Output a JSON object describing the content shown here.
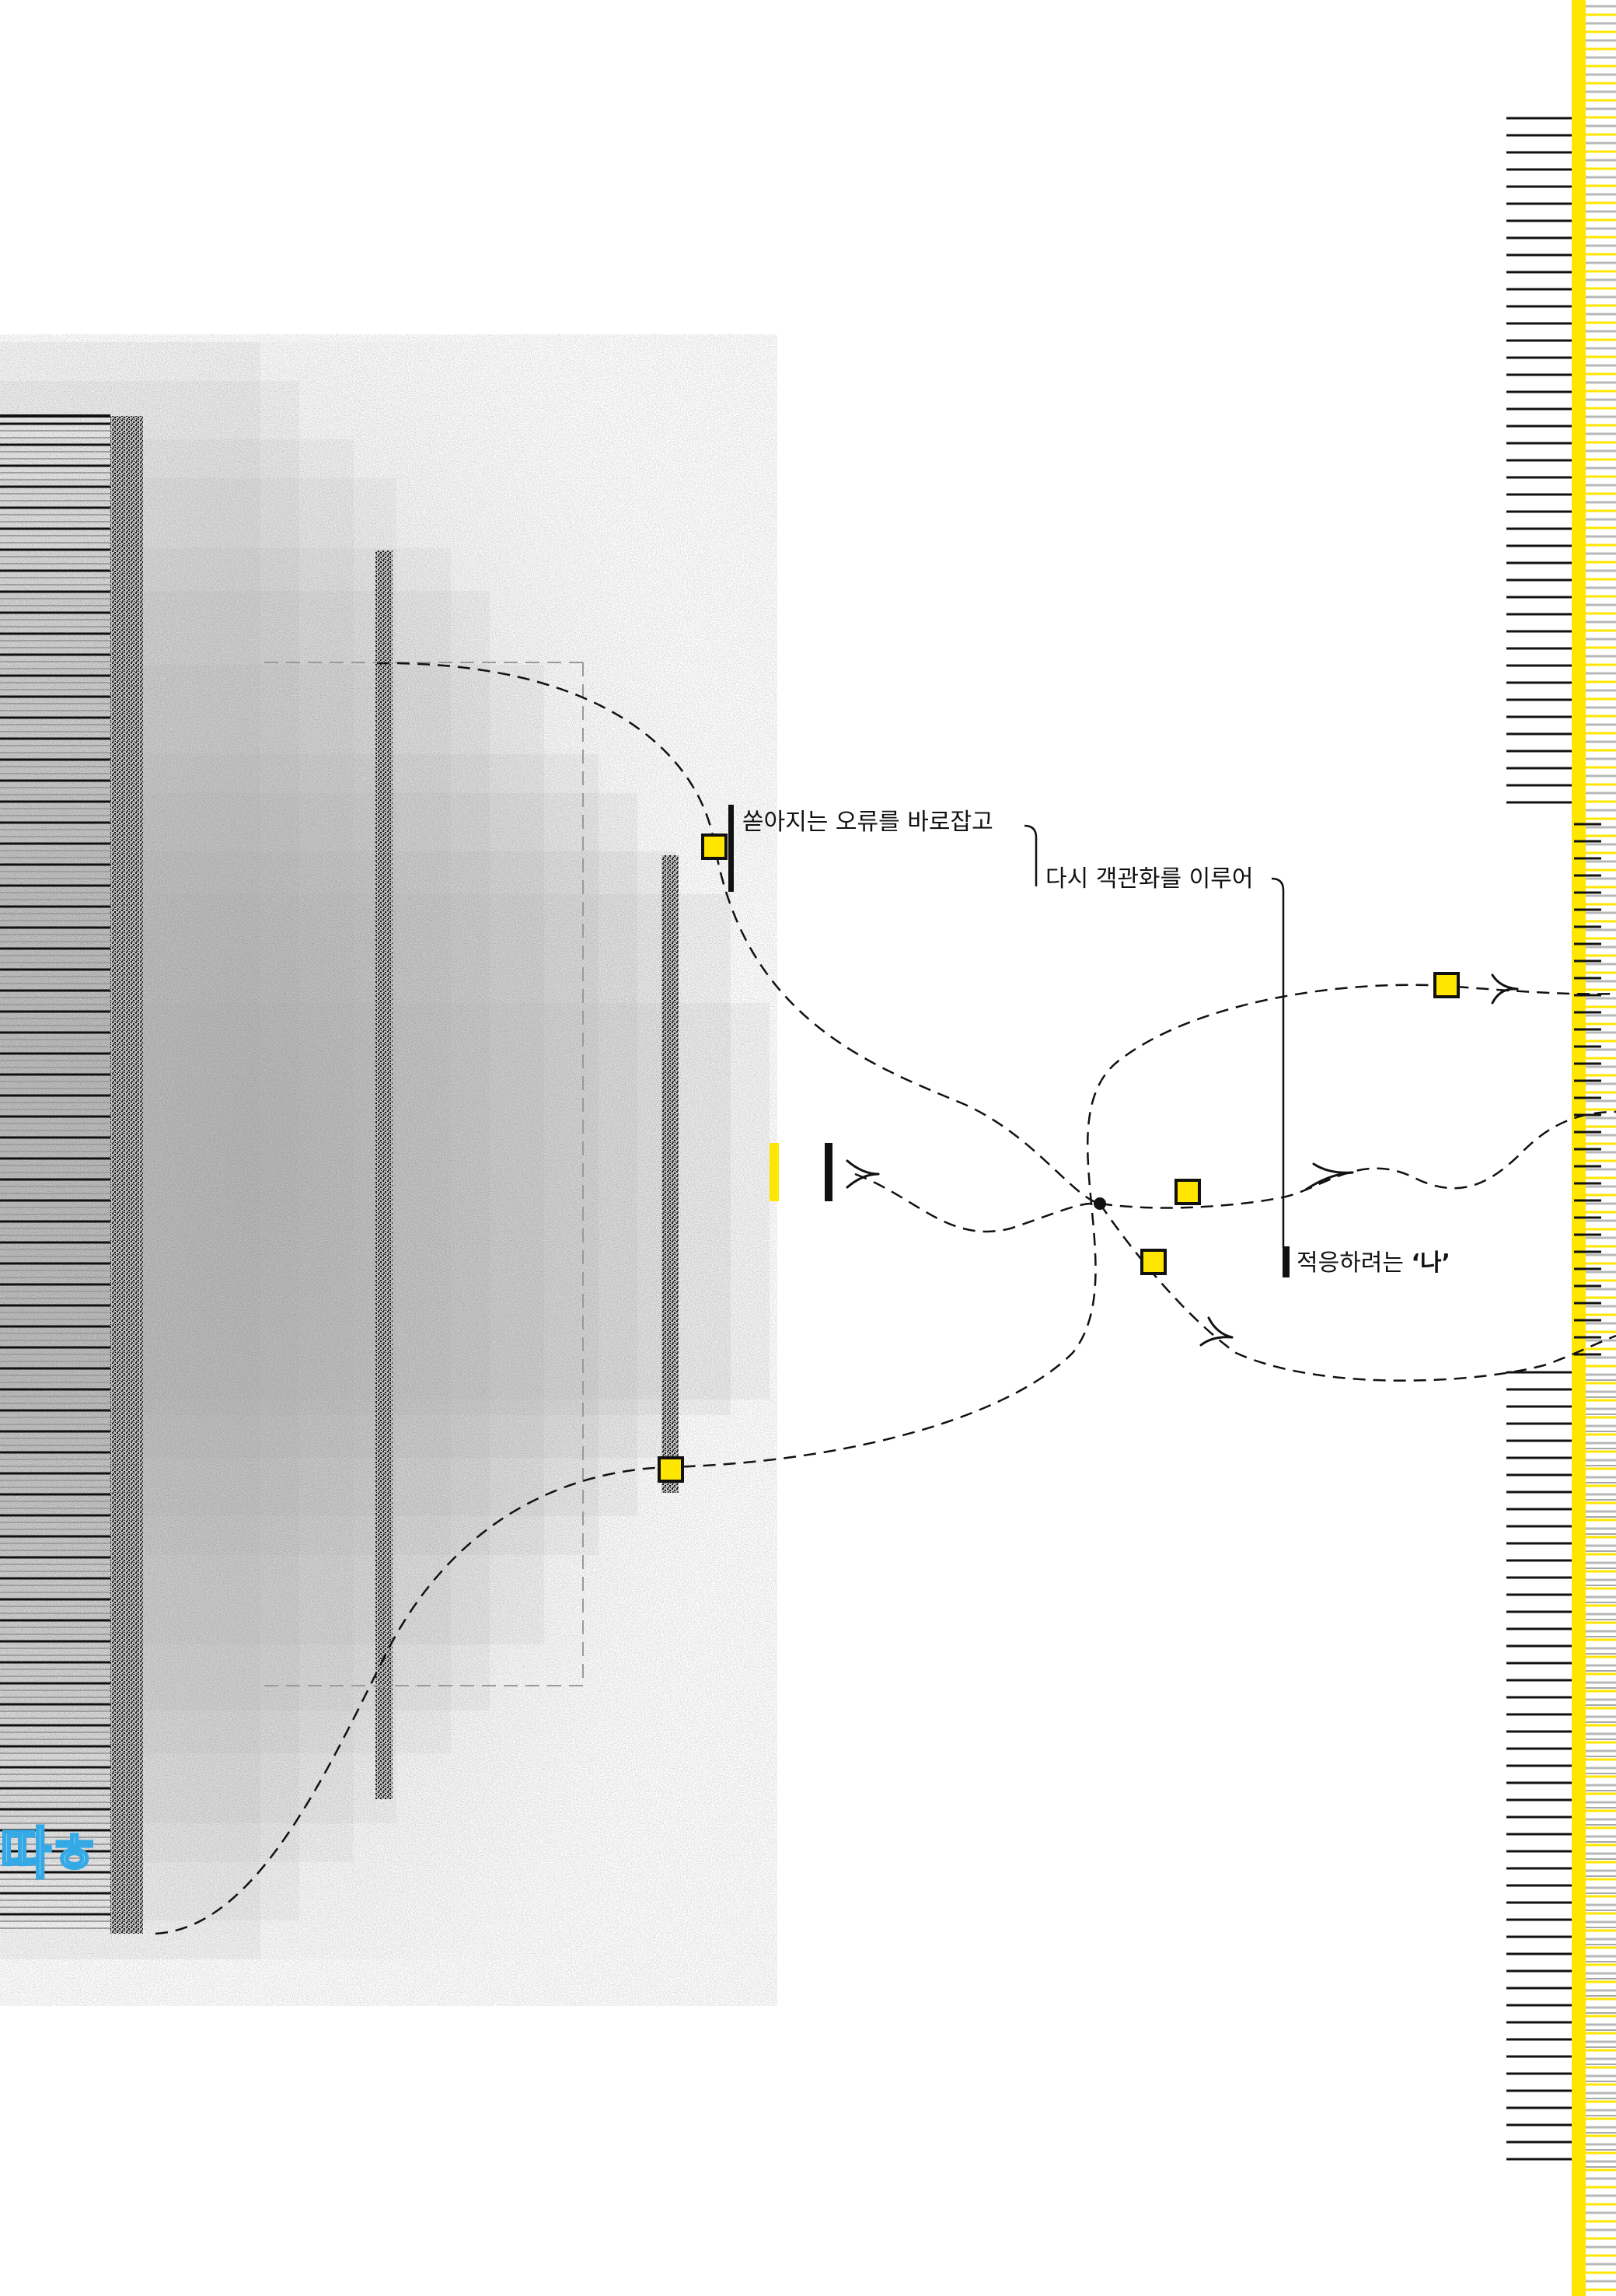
{
  "captions": {
    "line_1": "쏟아지는 오류를 바로잡고",
    "line_2": "다시 객관화를 이루어",
    "line_3_prefix": "적응하려는 ",
    "line_3_emphasis": "‘나’"
  },
  "logo": {
    "text": "따ㅎ"
  },
  "colors": {
    "accent_yellow": "#ffe600",
    "ink": "#111111",
    "line_gray": "#9a9a9a",
    "logo_fill": "#9fdcf8",
    "logo_stroke": "#35a9e6"
  }
}
